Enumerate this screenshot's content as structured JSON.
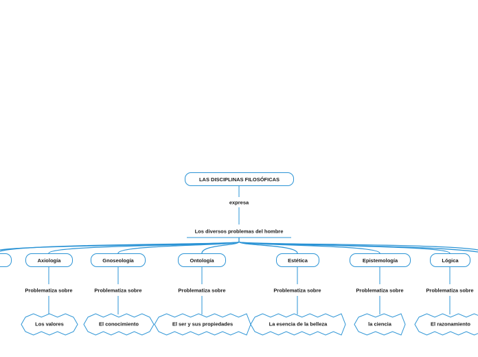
{
  "root": "LAS DISCIPLINAS FILOSÓFICAS",
  "link1": "expresa",
  "hub": "Los diversos problemas del hombre",
  "link2": "Problematiza sobre",
  "disciplines": [
    {
      "name": "Axiología",
      "object": "Los valores"
    },
    {
      "name": "Gnoseología",
      "object": "El conocimiento"
    },
    {
      "name": "Ontología",
      "object": "El ser y sus propiedades"
    },
    {
      "name": "Estética",
      "object": "La esencia de la belleza"
    },
    {
      "name": "Epistemología",
      "object": "la ciencia"
    },
    {
      "name": "Lógica",
      "object": "El razonamiento"
    }
  ],
  "colors": {
    "line": "#2a93d5",
    "text": "#1a1a1a",
    "background": "#ffffff"
  }
}
